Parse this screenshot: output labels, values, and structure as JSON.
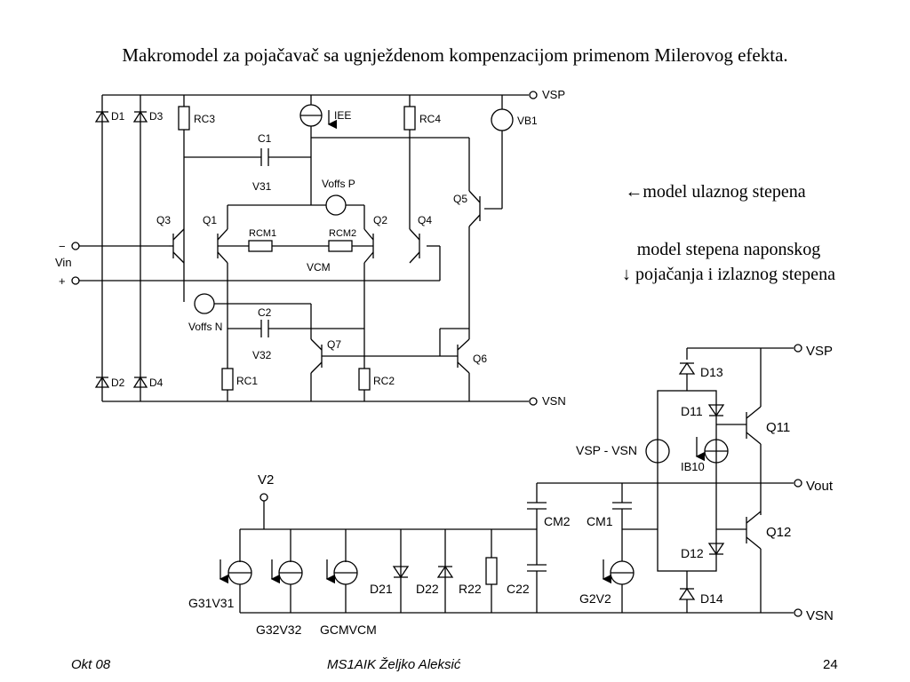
{
  "slide": {
    "title": "Makromodel za pojačavač sa ugnježdenom kompenzacijom primenom Milerovog efekta.",
    "note_input": "←model ulaznog stepena",
    "note_output_line1": "model stepena naponskog",
    "note_output_line2": "↓ pojačanja i izlaznog stepena",
    "footer_left": "Okt 08",
    "footer_center": "MS1AIK   Željko Aleksić",
    "footer_right": "24"
  },
  "circuit_input": {
    "labels": {
      "D1": "D1",
      "D2": "D2",
      "D3": "D3",
      "D4": "D4",
      "RC3": "RC3",
      "RC4": "RC4",
      "RC1": "RC1",
      "RC2": "RC2",
      "IEE": "IEE",
      "VB1": "VB1",
      "C1": "C1",
      "C2": "C2",
      "V31": "V31",
      "V32": "V32",
      "VoffsP": "Voffs P",
      "VoffsN": "Voffs N",
      "Q1": "Q1",
      "Q2": "Q2",
      "Q3": "Q3",
      "Q4": "Q4",
      "Q5": "Q5",
      "Q6": "Q6",
      "Q7": "Q7",
      "RCM1": "RCM1",
      "RCM2": "RCM2",
      "VCM": "VCM",
      "Vin": "Vin",
      "VSP": "VSP",
      "VSN": "VSN",
      "minus": "−",
      "plus": "+"
    }
  },
  "circuit_output": {
    "labels": {
      "VSP": "VSP",
      "VSN": "VSN",
      "Vout": "Vout",
      "V2": "V2",
      "D13": "D13",
      "D14": "D14",
      "D11": "D11",
      "D12": "D12",
      "Q11": "Q11",
      "Q12": "Q12",
      "VSPVSN": "VSP - VSN",
      "IB10": "IB10",
      "CM1": "CM1",
      "CM2": "CM2",
      "C22": "C22",
      "R22": "R22",
      "D21": "D21",
      "D22": "D22",
      "G31V31": "G31V31",
      "G32V32": "G32V32",
      "GCMVCM": "GCMVCM",
      "G2V2": "G2V2"
    }
  }
}
